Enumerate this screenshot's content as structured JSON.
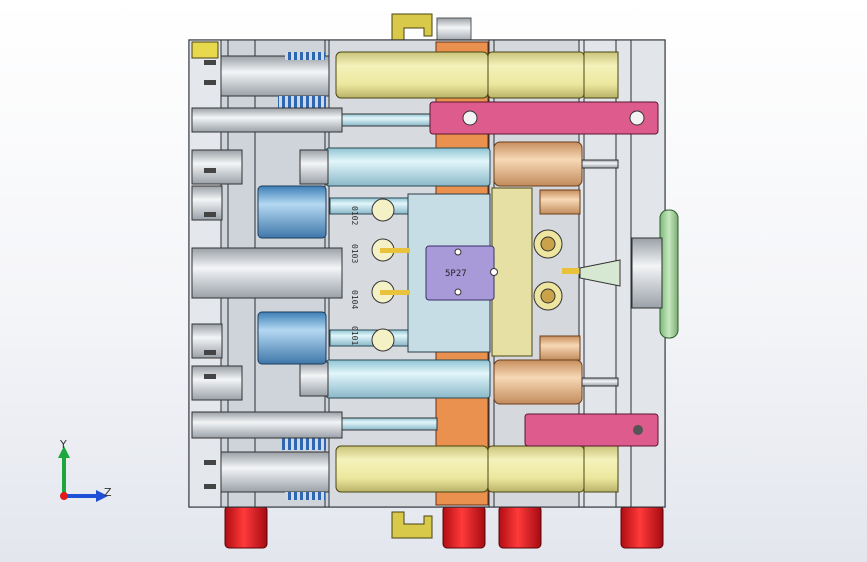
{
  "viewport": {
    "name": "graphics-area",
    "background_top": "#ffffff",
    "background_bottom": "#e3e6ee"
  },
  "model": {
    "engraved_labels": [
      "0102",
      "0103",
      "0104",
      "0101"
    ],
    "center_plate_text": "5P27",
    "colors": {
      "plate_grey": "#d9dde2",
      "cylinder_yellow": "#eeeaa3",
      "rod_cyan": "#b7e3ee",
      "cylinder_blue": "#7fb6dd",
      "link_pink": "#dd5b8b",
      "copper": "#e7b98b",
      "orange": "#e88b4f",
      "lavender": "#a79ad8",
      "red_leg": "#e3111b",
      "spring_blue": "#3a6fb5",
      "green_disc": "#a9d7a1"
    }
  },
  "triad": {
    "y_label": "Y",
    "z_label": "Z",
    "y_color": "#1ba73c",
    "z_color": "#1f4fd6",
    "origin_color": "#e01b1b"
  }
}
